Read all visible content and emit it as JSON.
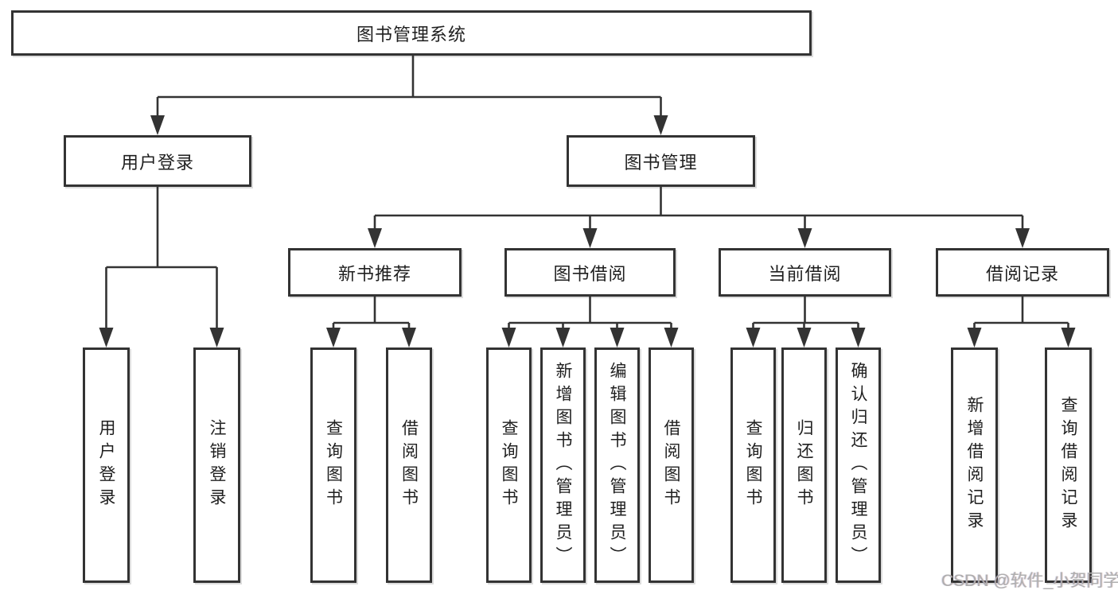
{
  "tree": {
    "label": "图书管理系统",
    "children": [
      {
        "label": "用户登录",
        "children": [
          {
            "label": "用户登录"
          },
          {
            "label": "注销登录"
          }
        ]
      },
      {
        "label": "图书管理",
        "children": [
          {
            "label": "新书推荐",
            "children": [
              {
                "label": "查询图书"
              },
              {
                "label": "借阅图书"
              }
            ]
          },
          {
            "label": "图书借阅",
            "children": [
              {
                "label": "查询图书"
              },
              {
                "label": "新增图书（管理员）"
              },
              {
                "label": "编辑图书（管理员）"
              },
              {
                "label": "借阅图书"
              }
            ]
          },
          {
            "label": "当前借阅",
            "children": [
              {
                "label": "查询图书"
              },
              {
                "label": "归还图书"
              },
              {
                "label": "确认归还（管理员）"
              }
            ]
          },
          {
            "label": "借阅记录",
            "children": [
              {
                "label": "新增借阅记录"
              },
              {
                "label": "查询借阅记录"
              }
            ]
          }
        ]
      }
    ]
  },
  "watermark": "CSDN @软件_小贺同学",
  "colors": {
    "line": "#333333",
    "border": "#333333",
    "text": "#1f1f1f",
    "watermark": "#aeaeae",
    "background": "#ffffff"
  }
}
